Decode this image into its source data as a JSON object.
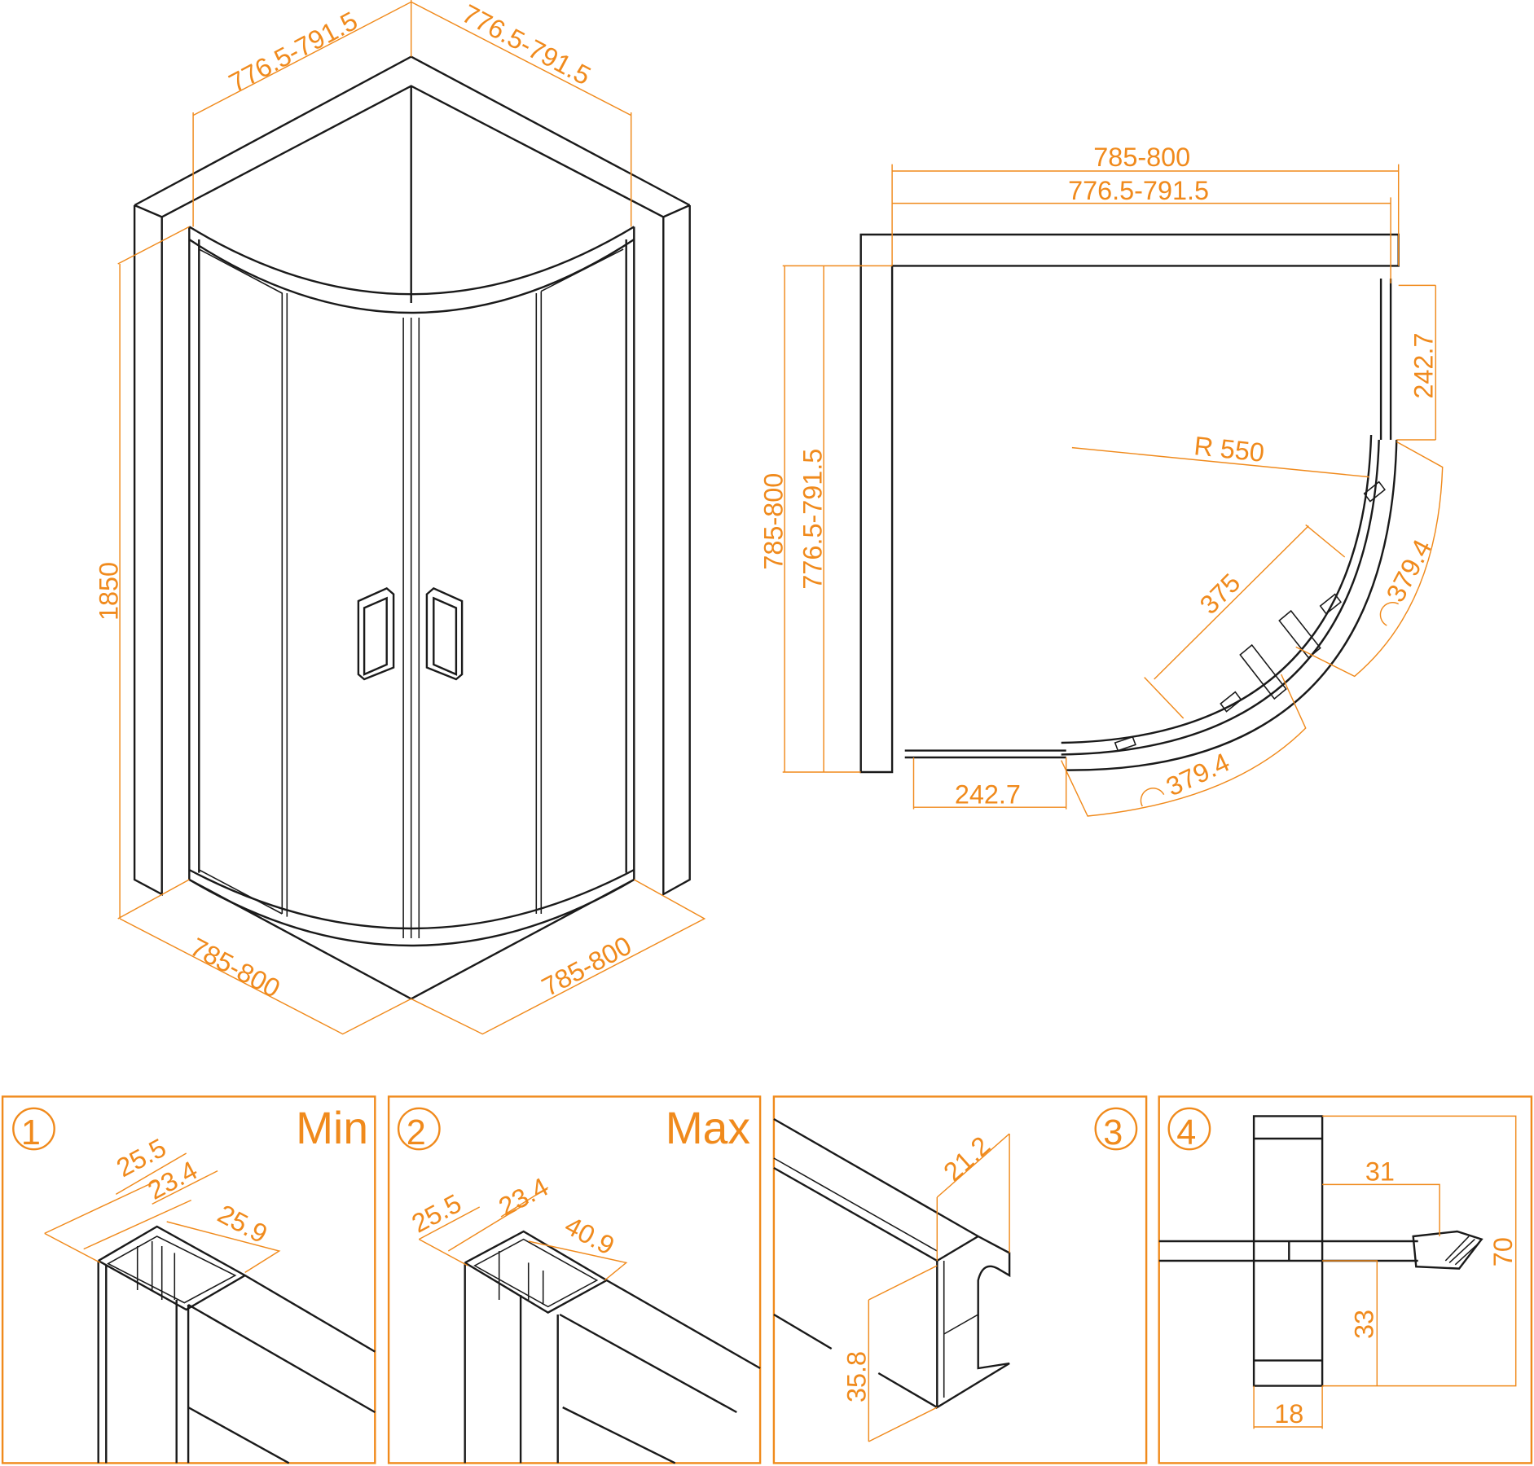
{
  "accent_color": "#f08a1c",
  "line_color": "#1a1a1a",
  "iso_view": {
    "top_left_width": "776.5-791.5",
    "top_right_width": "776.5-791.5",
    "height": "1850",
    "bottom_left_width": "785-800",
    "bottom_right_width": "785-800"
  },
  "plan_view": {
    "outer_width": "785-800",
    "inner_width": "776.5-791.5",
    "outer_depth": "785-800",
    "inner_depth": "776.5-791.5",
    "right_fixed_panel": "242.7",
    "bottom_fixed_panel": "242.7",
    "radius": "R 550",
    "entry_width": "375",
    "arc_right": "379.4",
    "arc_bottom": "379.4"
  },
  "details": [
    {
      "number": "1",
      "label": "Min",
      "dims": [
        "25.5",
        "23.4",
        "25.9"
      ]
    },
    {
      "number": "2",
      "label": "Max",
      "dims": [
        "25.5",
        "23.4",
        "40.9"
      ]
    },
    {
      "number": "3",
      "label": "",
      "dims": [
        "21.2",
        "35.8"
      ]
    },
    {
      "number": "4",
      "label": "",
      "dims": [
        "31",
        "70",
        "33",
        "18"
      ]
    }
  ]
}
